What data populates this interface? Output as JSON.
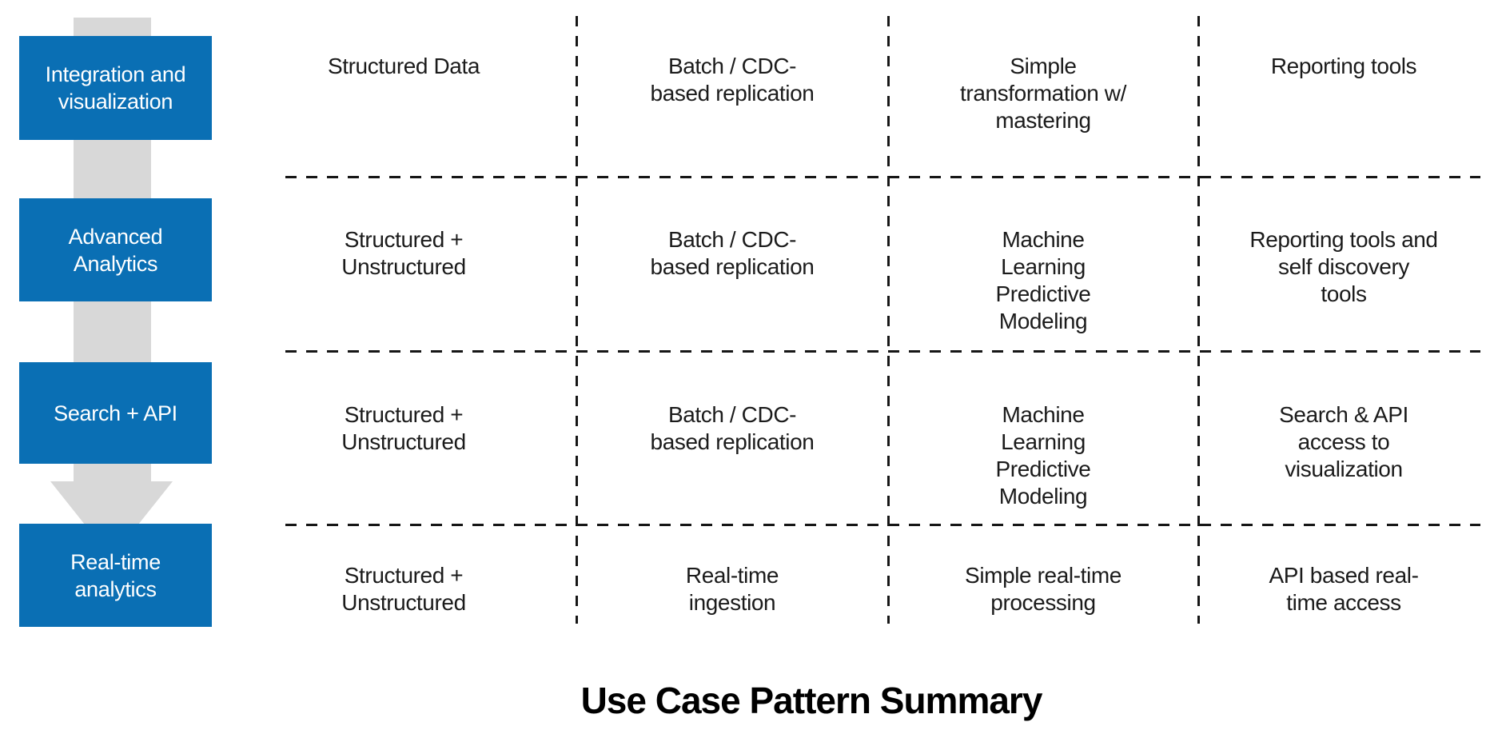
{
  "title": "Use Case Pattern Summary",
  "colors": {
    "stage_blue": "#0a6fb4",
    "arrow_gray": "#d8d8d8",
    "divider_black": "#161616",
    "text_black": "#1b1b1b"
  },
  "flow": {
    "arrow_icon": "down-arrow",
    "stages": [
      {
        "label": "Integration and\nvisualization"
      },
      {
        "label": "Advanced\nAnalytics"
      },
      {
        "label": "Search + API"
      },
      {
        "label": "Real-time\nanalytics"
      }
    ]
  },
  "matrix": {
    "rows": [
      {
        "stage_label": "Integration and visualization",
        "cells": [
          "Structured Data",
          "Batch / CDC-\nbased replication",
          "Simple\ntransformation w/\nmastering",
          "Reporting tools"
        ]
      },
      {
        "stage_label": "Advanced Analytics",
        "cells": [
          "Structured +\nUnstructured",
          "Batch / CDC-\nbased replication",
          "Machine\nLearning\nPredictive\nModeling",
          "Reporting tools and\nself discovery\ntools"
        ]
      },
      {
        "stage_label": "Search + API",
        "cells": [
          "Structured +\nUnstructured",
          "Batch / CDC-\nbased replication",
          "Machine\nLearning\nPredictive\nModeling",
          "Search & API\naccess to\nvisualization"
        ]
      },
      {
        "stage_label": "Real-time analytics",
        "cells": [
          "Structured +\nUnstructured",
          "Real-time\ningestion",
          "Simple real-time\nprocessing",
          "API based real-\ntime access"
        ]
      }
    ]
  }
}
